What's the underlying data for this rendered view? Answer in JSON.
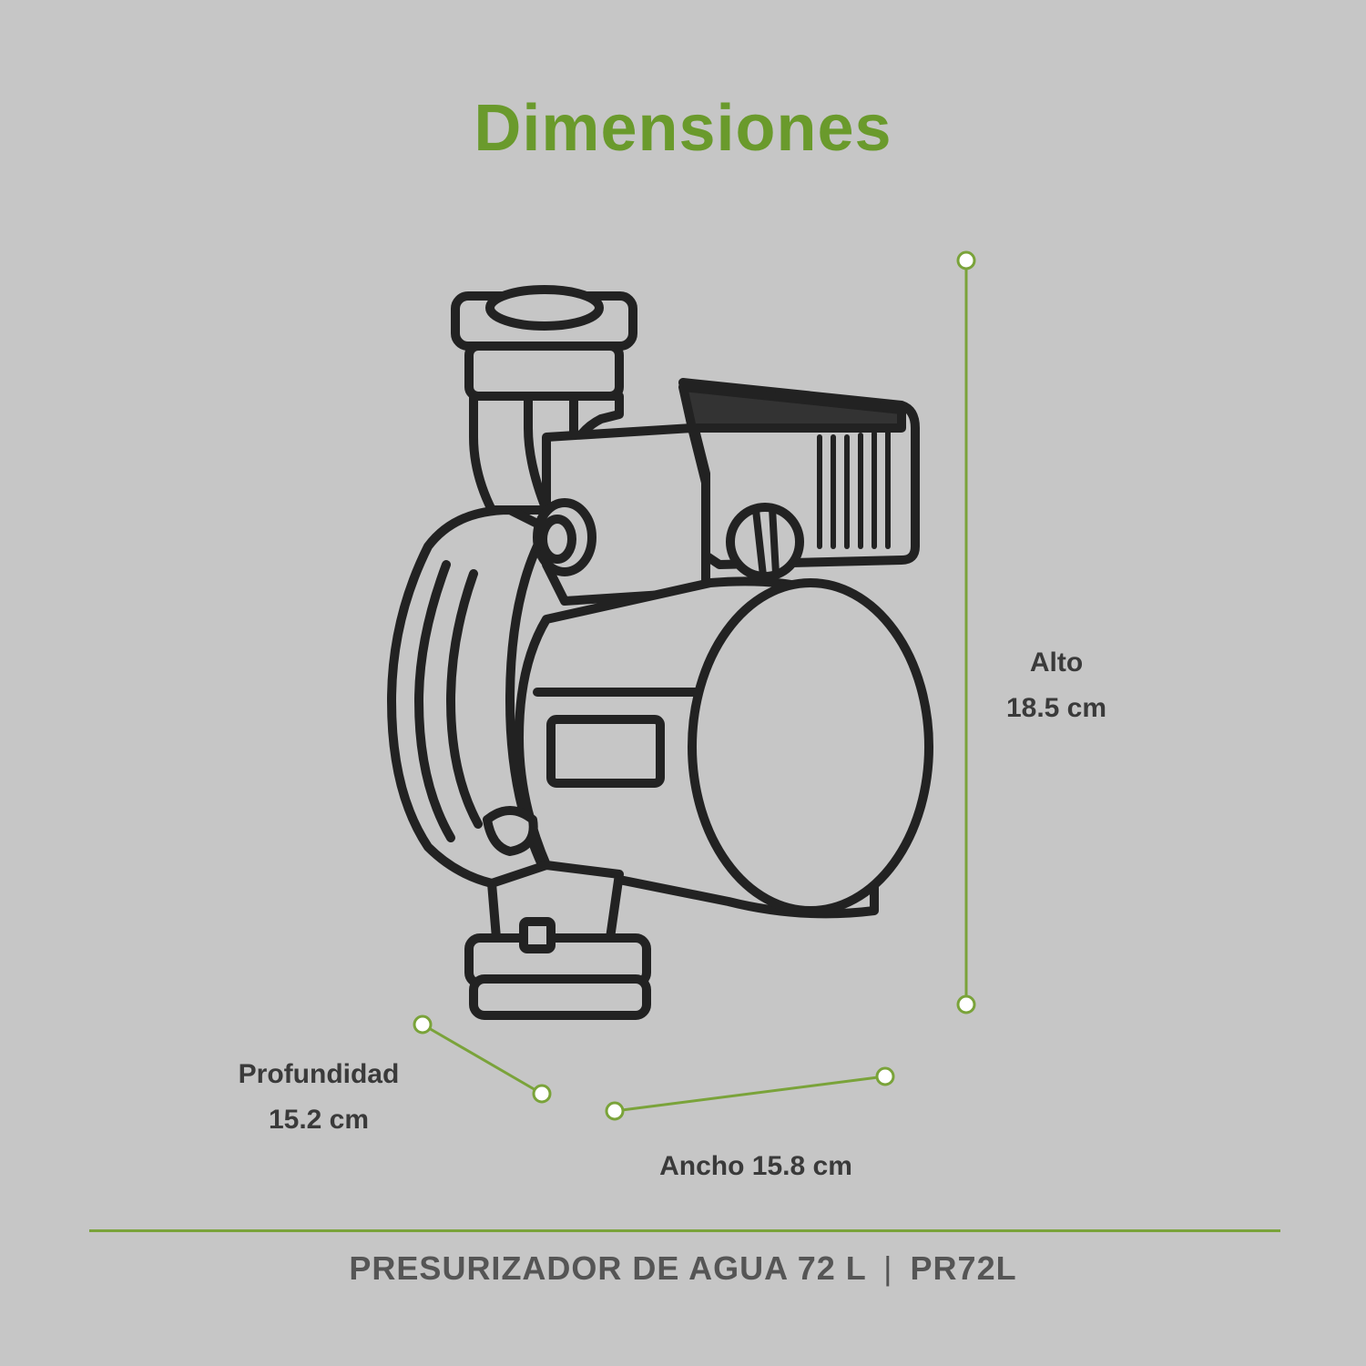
{
  "title": "Dimensiones",
  "dimensions": {
    "height": {
      "label": "Alto",
      "value": "18.5 cm"
    },
    "depth": {
      "label": "Profundidad",
      "value": "15.2 cm"
    },
    "width": {
      "label": "Ancho",
      "value": "15.8 cm"
    }
  },
  "product": {
    "name": "PRESURIZADOR DE AGUA 72 L",
    "separator": "|",
    "model": "PR72L"
  },
  "colors": {
    "accent": "#6a9a2c",
    "background": "#c6c6c6",
    "text": "#3a3a3a"
  },
  "icons": [
    "water-pump-illustration"
  ]
}
